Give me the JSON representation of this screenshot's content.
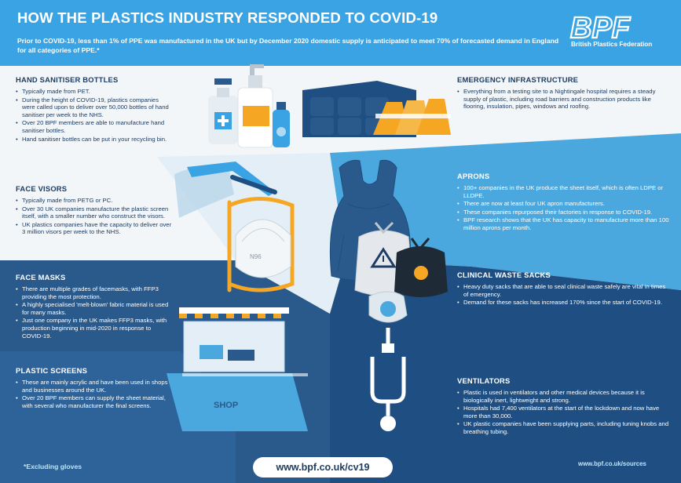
{
  "header": {
    "title": "HOW THE PLASTICS INDUSTRY RESPONDED TO COVID-19",
    "intro": "Prior to COVID-19, less than 1% of PPE was manufactured in the UK but by December 2020 domestic supply is anticipated to meet 70% of forecasted demand in England for all categories of PPE.*",
    "logo_text": "BPF",
    "logo_subtitle": "British Plastics Federation"
  },
  "sections": {
    "sanitiser": {
      "title": "HAND SANITISER BOTTLES",
      "items": [
        "Typically made from PET.",
        "During the height of COVID-19, plastics companies were called upon to deliver over 50,000 bottles of hand sanitiser per week to the NHS.",
        "Over 20 BPF members are able to manufacture hand sanitiser bottles.",
        "Hand sanitiser bottles can be put in your recycling bin."
      ]
    },
    "visors": {
      "title": "FACE VISORS",
      "items": [
        "Typically made from PETG or PC.",
        "Over 30 UK companies manufacture the plastic screen itself, with a smaller number who construct the visors.",
        "UK plastics companies have the capacity to deliver over 3 million visors per week to the NHS."
      ]
    },
    "masks": {
      "title": "FACE MASKS",
      "items": [
        "There are multiple grades of facemasks, with FFP3 providing the most protection.",
        "A highly specialised 'melt-blown' fabric material is used for many masks.",
        "Just one company in the UK makes FFP3 masks, with production beginning in mid-2020 in response to COVID-19."
      ]
    },
    "screens": {
      "title": "PLASTIC SCREENS",
      "items": [
        "These are mainly acrylic and have been used in shops and businesses around the UK.",
        "Over 20 BPF members can supply the sheet material, with several who manufacturer the final screens."
      ]
    },
    "infrastructure": {
      "title": "EMERGENCY INFRASTRUCTURE",
      "items": [
        "Everything from a testing site to a Nightingale hospital requires a steady supply of plastic, including road barriers and construction products like flooring, insulation, pipes, windows and roofing."
      ]
    },
    "aprons": {
      "title": "APRONS",
      "items": [
        "100+ companies in the UK produce the sheet itself, which is often LDPE or LLDPE.",
        "There are now at least four UK apron manufacturers.",
        "These companies repurposed their factories in response to COVID-19.",
        "BPF research shows that the UK has capacity to manufacture more than 100 million aprons per month."
      ]
    },
    "waste": {
      "title": "CLINICAL WASTE SACKS",
      "items": [
        "Heavy duty sacks that are able to seal clinical waste safely are vital in times of emergency.",
        "Demand for these sacks has increased 170% since the start of COVID-19."
      ]
    },
    "ventilators": {
      "title": "VENTILATORS",
      "items": [
        "Plastic is used in ventilators and other medical devices because it is biologically inert, lightweight and strong.",
        "Hospitals had 7,400 ventilators at the start of the lockdown and now have more than 30,000.",
        "UK plastic companies have been supplying parts, including tuning knobs and breathing tubing."
      ]
    }
  },
  "illustration_labels": {
    "mask_label": "N96",
    "shop_label": "SHOP"
  },
  "footer": {
    "footnote": "*Excluding gloves",
    "url": "www.bpf.co.uk/cv19",
    "sources": "www.bpf.co.uk/sources"
  },
  "colors": {
    "header_blue": "#3aa3e3",
    "navy": "#1e3d63",
    "dark_blue_panel": "#2a5a8c",
    "mid_blue": "#4ba8de",
    "orange": "#f5a623"
  }
}
